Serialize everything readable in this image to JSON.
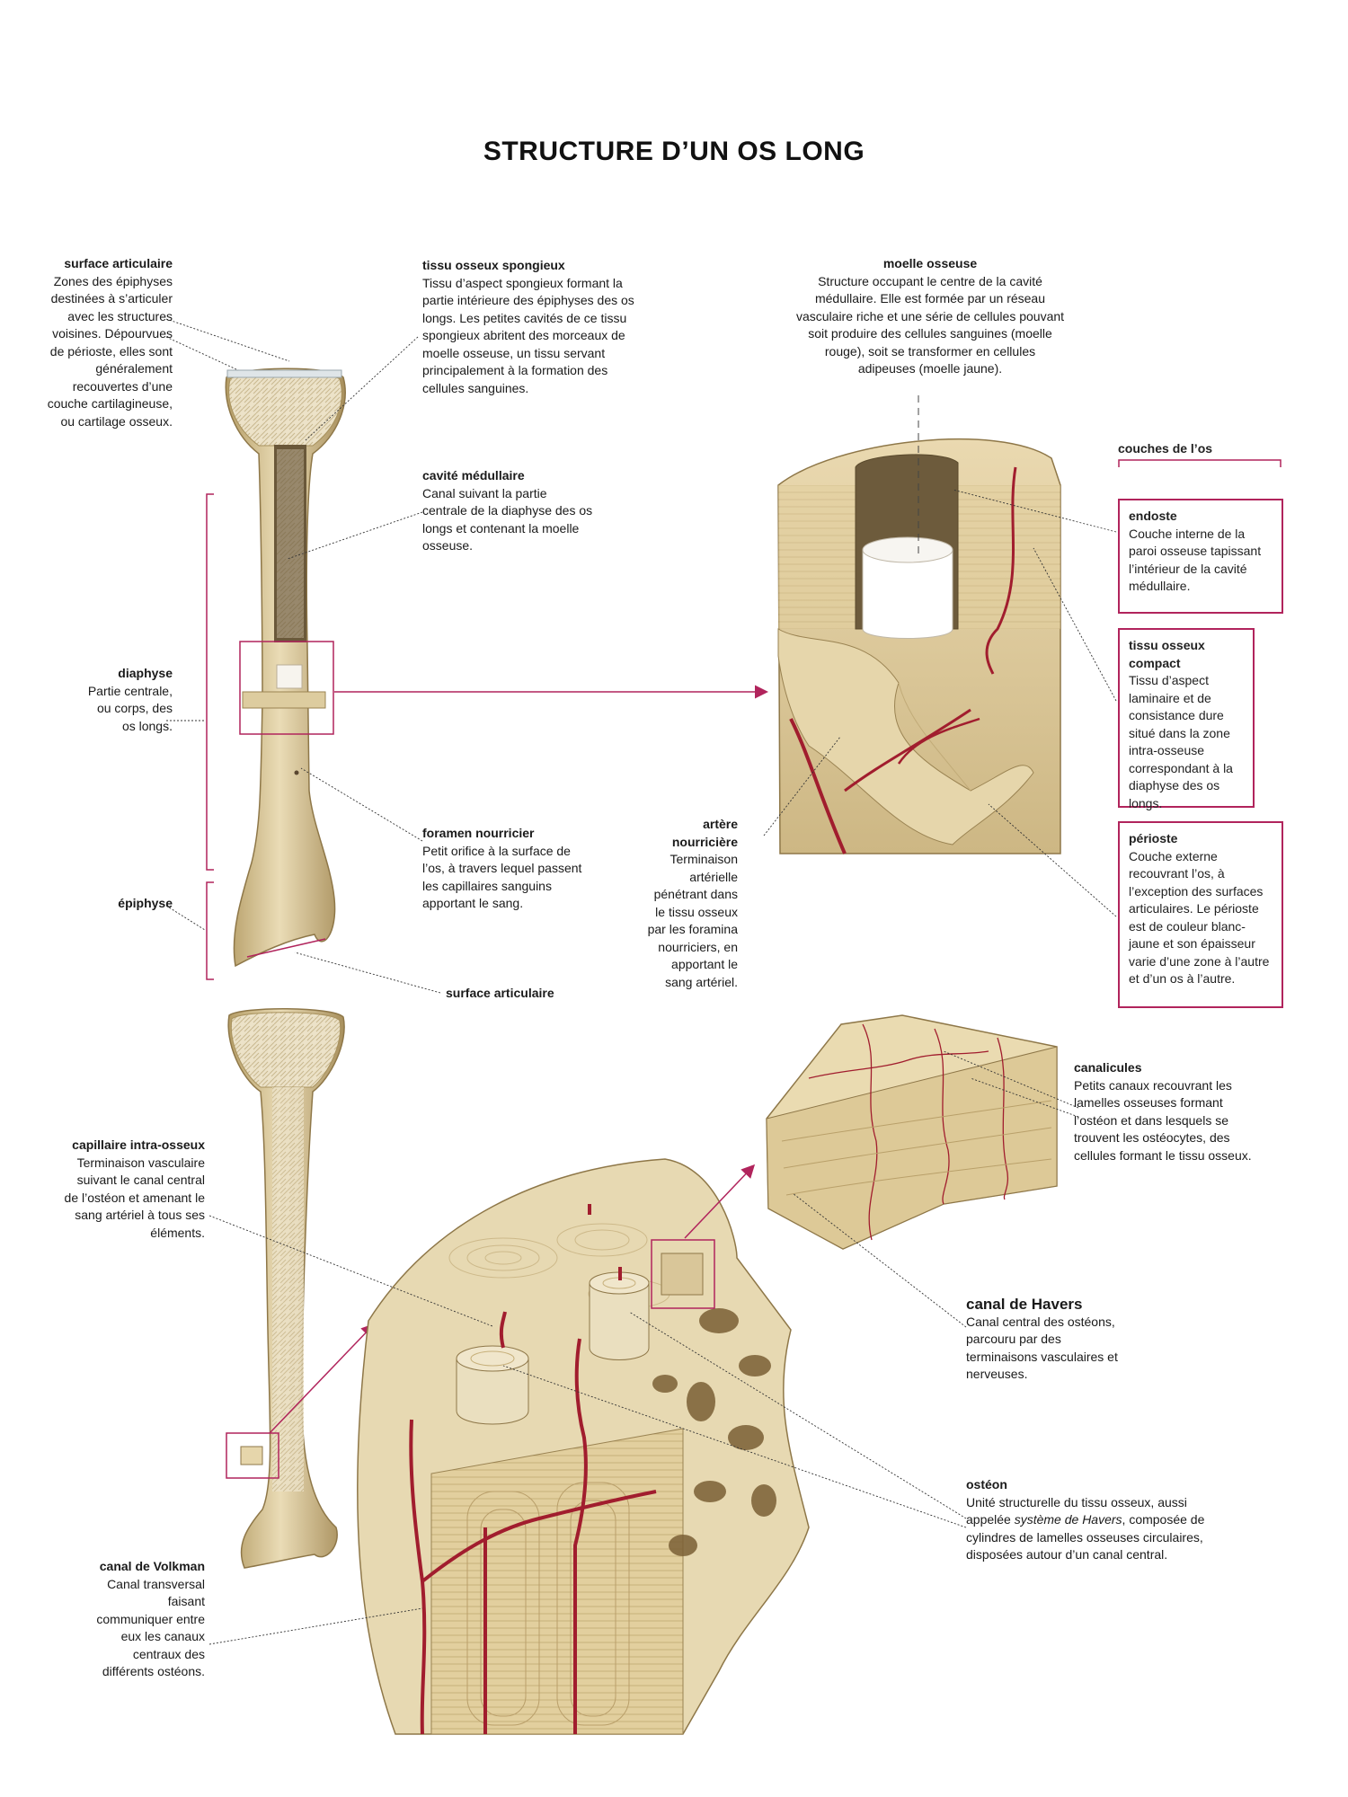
{
  "title": "STRUCTURE D’UN OS LONG",
  "labels": {
    "surface_articulaire_top": {
      "heading": "surface articulaire",
      "text": "Zones des épiphyses destinées à s’articuler avec les structures voisines. Dépourvues de périoste, elles sont généralement recouvertes d’une couche cartilagineuse, ou cartilage osseux."
    },
    "tissu_spongieux": {
      "heading": "tissu osseux spongieux",
      "text": "Tissu d’aspect spongieux formant la partie intérieure des épiphyses des os longs. Les petites cavités de ce tissu spongieux abritent des morceaux de moelle osseuse, un tissu servant principalement à la formation des cellules sanguines."
    },
    "moelle_osseuse": {
      "heading": "moelle osseuse",
      "text": "Structure occupant le centre de la cavité médullaire. Elle est formée par un réseau vasculaire riche et une série de cellules pouvant soit produire des cellules sanguines (moelle rouge), soit se transformer en cellules adipeuses (moelle jaune)."
    },
    "cavite_medullaire": {
      "heading": "cavité médullaire",
      "text": "Canal suivant la partie centrale de la diaphyse des os longs et contenant la moelle osseuse."
    },
    "diaphyse": {
      "heading": "diaphyse",
      "text": "Partie centrale, ou corps, des os longs."
    },
    "foramen": {
      "heading": "foramen nourricier",
      "text": "Petit orifice à la surface de l’os, à travers lequel passent les capillaires sanguins apportant le sang."
    },
    "epiphyse": {
      "heading": "épiphyse"
    },
    "surface_articulaire_bottom": {
      "heading": "surface articulaire"
    },
    "artere": {
      "heading": "artère nourricière",
      "text": "Terminaison artérielle pénétrant dans le tissu osseux par les foramina nourriciers, en apportant le sang artériel."
    },
    "capillaire": {
      "heading": "capillaire intra-osseux",
      "text": "Terminaison vasculaire suivant le canal central de l’ostéon et amenant le sang artériel à tous ses éléments."
    },
    "volkman": {
      "heading": "canal de Volkman",
      "text": "Canal transversal faisant communiquer entre eux les canaux centraux des différents ostéons."
    },
    "canalicules": {
      "heading": "canalicules",
      "text": "Petits canaux recouvrant les lamelles osseuses formant l’ostéon et dans lesquels se trouvent les ostéocytes, des cellules formant le tissu osseux."
    },
    "havers": {
      "heading": "canal de Havers",
      "text": "Canal central des ostéons, parcouru par des terminaisons vasculaires et nerveuses."
    },
    "osteon": {
      "heading": "ostéon",
      "text_before": "Unité structurelle du tissu osseux, aussi appelée ",
      "text_italic": "système de Havers",
      "text_after": ", composée de cylindres de lamelles osseuses circulaires, disposées autour d’un canal central."
    }
  },
  "layers": {
    "heading": "couches de l’os",
    "endoste": {
      "heading": "endoste",
      "text": "Couche interne de la paroi osseuse tapissant l’intérieur de la cavité médullaire."
    },
    "compact": {
      "heading": "tissu osseux compact",
      "text": "Tissu d’aspect laminaire et de consistance dure situé dans la zone intra-osseuse correspondant à la diaphyse des os longs."
    },
    "perioste": {
      "heading": "périoste",
      "text": "Couche externe recouvrant l’os, à l’exception des surfaces articulaires. Le périoste est de couleur blanc-jaune et son épaisseur varie d’une zone à l’autre et d’un os à l’autre."
    }
  },
  "colors": {
    "accent": "#b1245c",
    "bone": "#e3d3a8",
    "bone_dark": "#c4ad7a",
    "vessel": "#a11d2e",
    "marrow": "#5a4a2c"
  }
}
